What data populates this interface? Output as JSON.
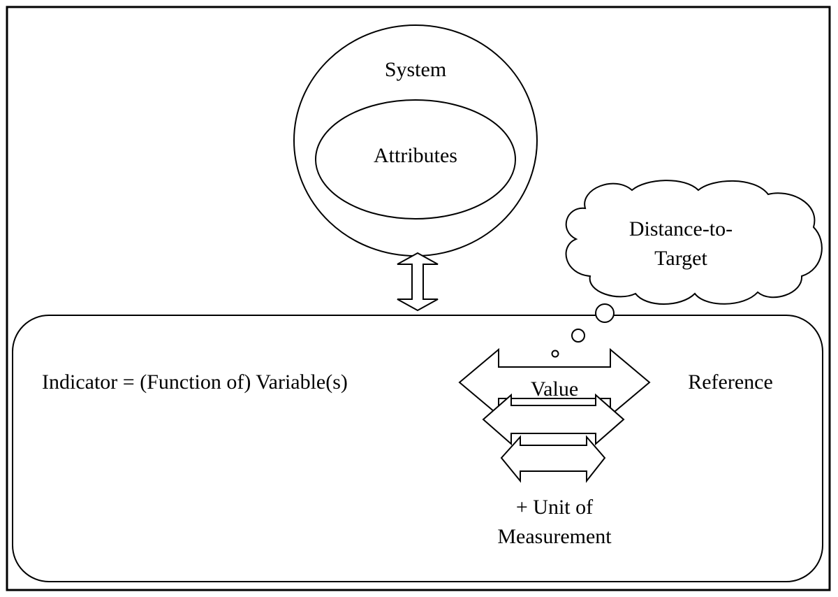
{
  "diagram": {
    "system_label": "System",
    "attributes_label": "Attributes",
    "indicator_label": "Indicator = (Function of) Variable(s)",
    "value_label": "Value",
    "reference_label": "Reference",
    "unit_line1": "+ Unit of",
    "unit_line2": "Measurement",
    "distance_line1": "Distance-to-",
    "distance_line2": "Target"
  }
}
